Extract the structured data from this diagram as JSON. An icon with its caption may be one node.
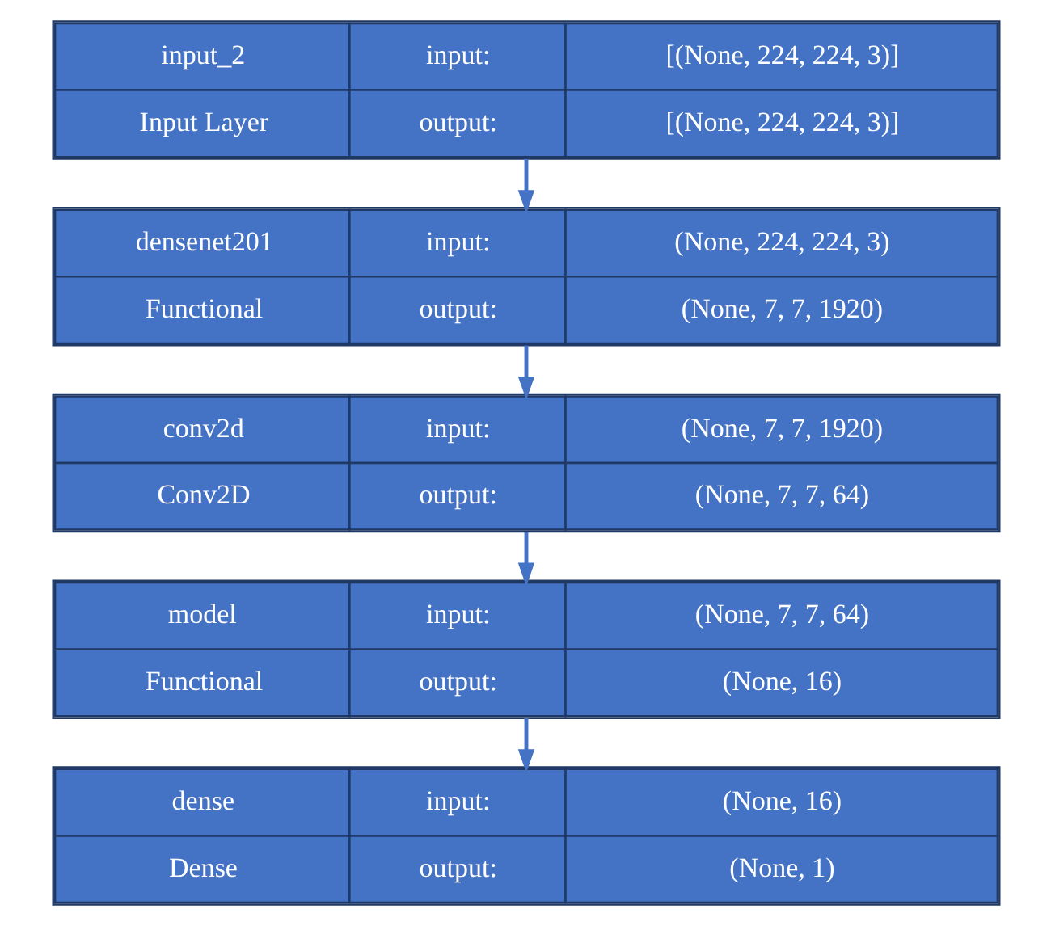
{
  "diagram": {
    "nodes": [
      {
        "text": [
          "input_2",
          "input:",
          "[(None, 224, 224, 3)]",
          "Input Layer",
          "output:",
          "[(None, 224, 224, 3)]"
        ]
      },
      {
        "text": [
          "densenet201",
          "input:",
          "(None, 224, 224, 3)",
          "Functional",
          "output:",
          "(None, 7, 7, 1920)"
        ]
      },
      {
        "text": [
          "conv2d",
          "input:",
          "(None, 7, 7, 1920)",
          "Conv2D",
          "output:",
          "(None, 7, 7, 64)"
        ]
      },
      {
        "text": [
          "model",
          "input:",
          "(None, 7, 7, 64)",
          "Functional",
          "output:",
          "(None, 16)"
        ]
      },
      {
        "text": [
          "dense",
          "input:",
          "(None, 16)",
          "Dense",
          "output:",
          "(None, 1)"
        ]
      }
    ],
    "edges": [
      {
        "from": 0,
        "to": 1,
        "arrow": "to"
      },
      {
        "from": 1,
        "to": 2,
        "arrow": "to"
      },
      {
        "from": 2,
        "to": 3,
        "arrow": "to"
      },
      {
        "from": 3,
        "to": 4,
        "arrow": "to"
      }
    ]
  }
}
